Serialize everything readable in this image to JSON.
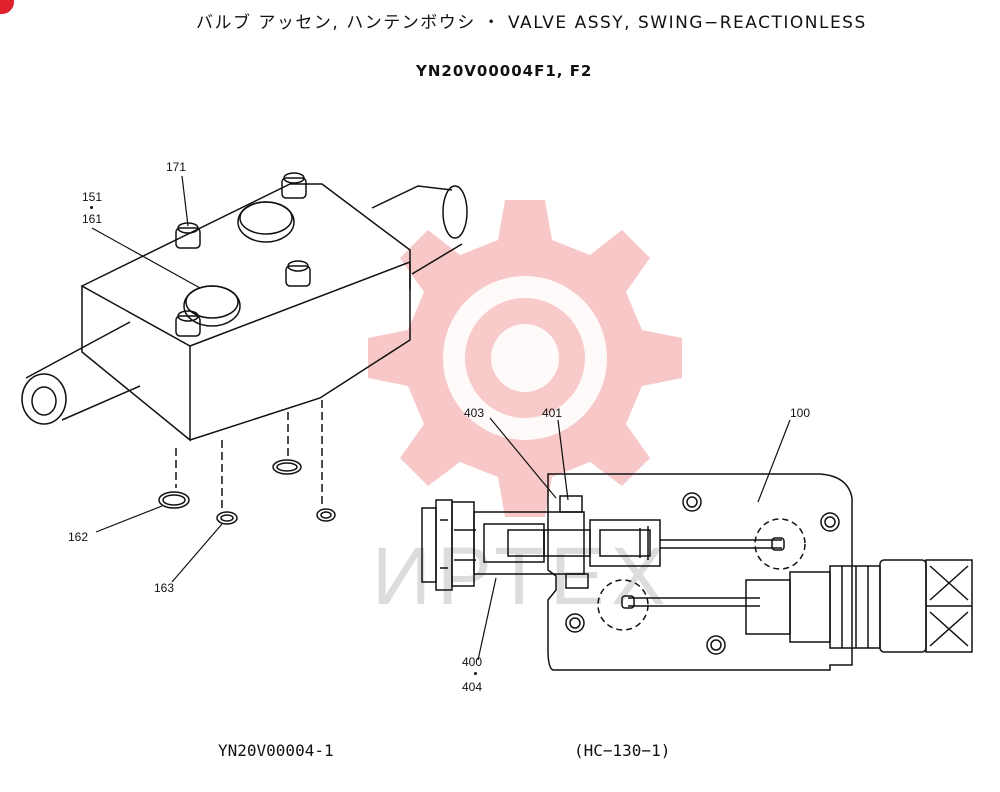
{
  "header": {
    "title": "バルブ アッセン, ハンテンボウシ ・ VALVE ASSY, SWING−REACTIONLESS",
    "model_code": "YN20V00004F1, F2"
  },
  "footer": {
    "figure_id": "YN20V00004-1",
    "page_ref": "(HC−130−1)"
  },
  "watermark": {
    "text": "ИРТЕХ",
    "color": "#f4a9a9"
  },
  "parts": {
    "p171": "171",
    "p151": "151",
    "p161": "161",
    "p162": "162",
    "p163": "163",
    "p403": "403",
    "p401": "401",
    "p100": "100",
    "p400": "400",
    "p404": "404"
  },
  "colors": {
    "ink": "#111111",
    "badge": "#e0202a"
  }
}
